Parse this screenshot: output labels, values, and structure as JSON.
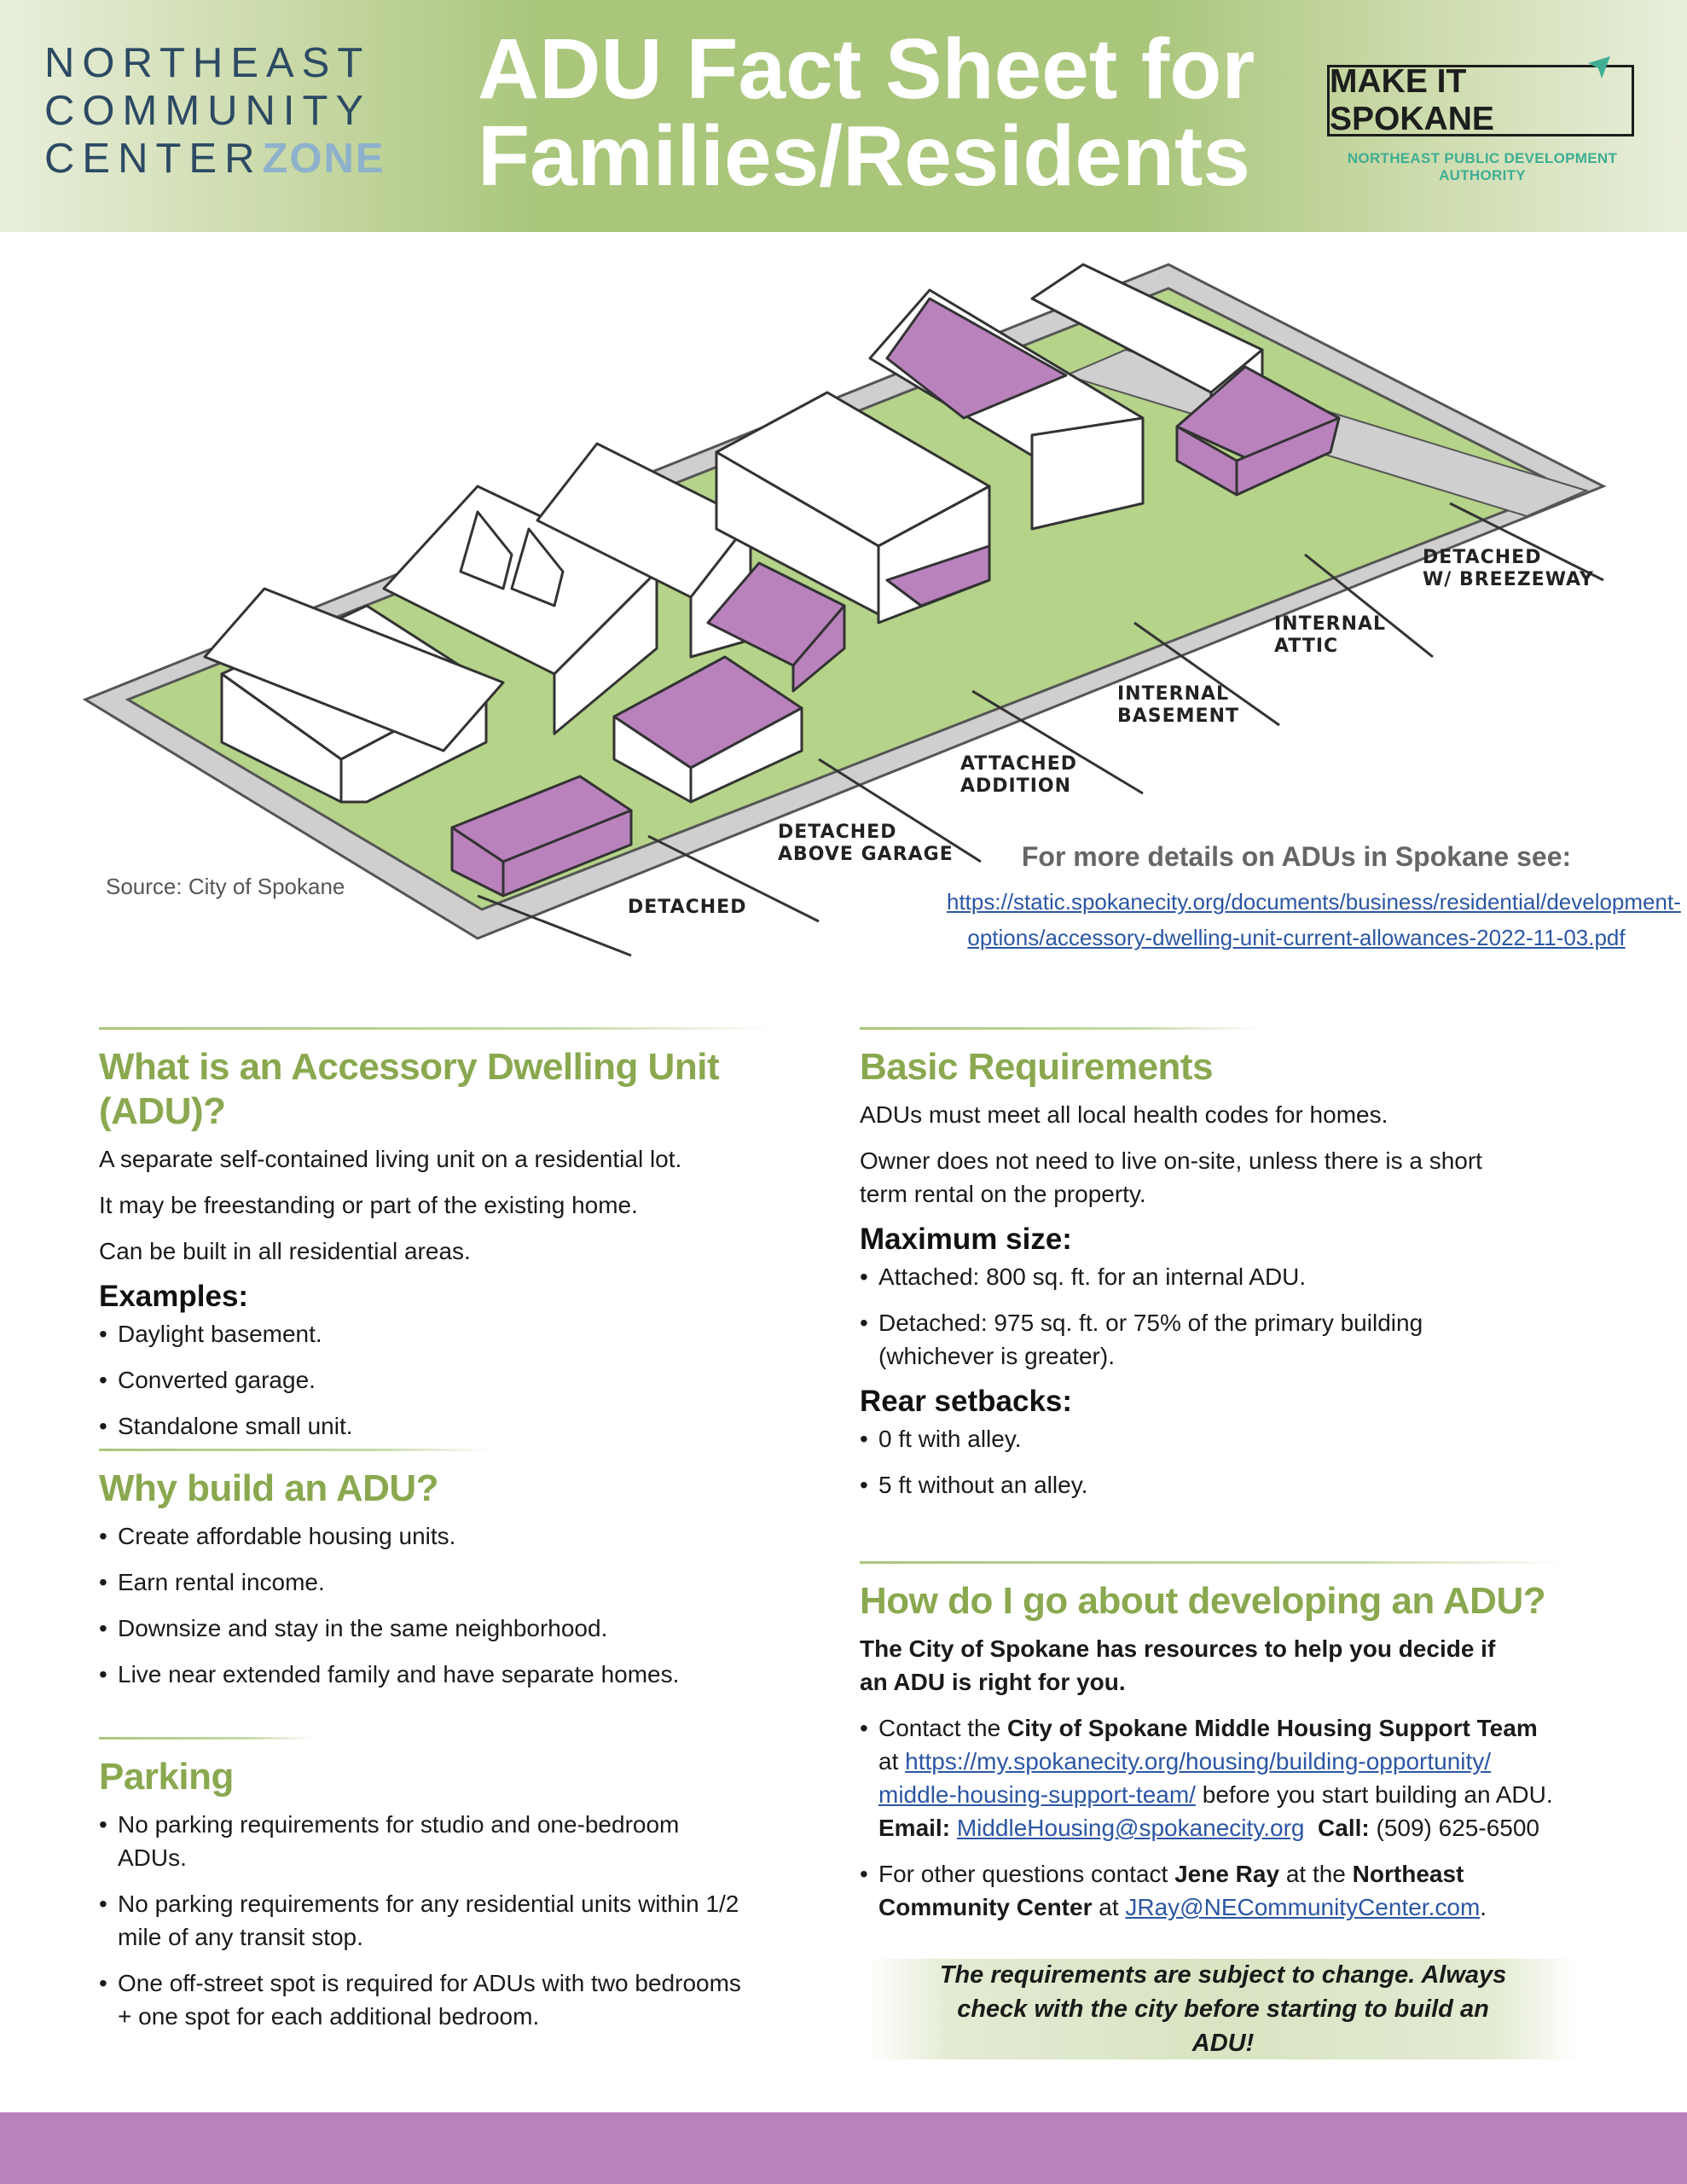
{
  "header": {
    "logo_left": {
      "line1": "NORTHEAST",
      "line2": "COMMUNITY",
      "line3_a": "CENTER",
      "line3_b": "ZONE"
    },
    "title_line1": "ADU Fact Sheet for",
    "title_line2": "Families/Residents",
    "logo_right": {
      "name": "MAKE IT SPOKANE",
      "subtitle": "NORTHEAST PUBLIC DEVELOPMENT AUTHORITY"
    }
  },
  "illustration": {
    "labels": {
      "detached": "DETACHED",
      "above_garage_1": "DETACHED",
      "above_garage_2": "ABOVE GARAGE",
      "attached_1": "ATTACHED",
      "attached_2": "ADDITION",
      "basement_1": "INTERNAL",
      "basement_2": "BASEMENT",
      "attic_1": "INTERNAL",
      "attic_2": "ATTIC",
      "breezeway_1": "DETACHED",
      "breezeway_2": "W/ BREEZEWAY"
    },
    "source": "Source: City of Spokane",
    "more_details": "For more details on ADUs in Spokane see:",
    "url_line1": "https://static.spokanecity.org/documents/business/residential/development-",
    "url_line2": "options/accessory-dwelling-unit-current-allowances-2022-11-03.pdf"
  },
  "what": {
    "heading": "What is an Accessory Dwelling Unit (ADU)?",
    "p1": "A separate self-contained living unit on a residential lot.",
    "p2": "It may be freestanding or part of the existing home.",
    "p3": "Can be built in all residential areas.",
    "examples_heading": "Examples:",
    "examples": [
      "Daylight basement.",
      "Converted garage.",
      "Standalone small unit."
    ]
  },
  "why": {
    "heading": "Why build an ADU?",
    "items": [
      "Create affordable housing units.",
      "Earn rental income.",
      "Downsize and stay in the same neighborhood.",
      "Live near extended family and have separate homes."
    ]
  },
  "parking": {
    "heading": "Parking",
    "items": [
      "No parking requirements for studio and one-bedroom ADUs.",
      "No parking requirements for any residential units within 1/2 mile of any transit stop.",
      "One off-street spot is required for ADUs with two bedrooms + one spot for each additional bedroom."
    ]
  },
  "basic": {
    "heading": "Basic Requirements",
    "p1": "ADUs must meet all local health codes for homes.",
    "p2": "Owner does not need to live on-site, unless there is a short term rental on the property.",
    "max_heading": "Maximum size:",
    "max_items": [
      "Attached: 800 sq. ft. for an internal ADU.",
      "Detached: 975 sq. ft. or 75% of the primary building (whichever is greater)."
    ],
    "rear_heading": "Rear setbacks:",
    "rear_items": [
      "0 ft with alley.",
      "5 ft without an alley."
    ]
  },
  "how": {
    "heading": "How do I go about developing an ADU?",
    "intro": "The City of Spokane has resources to help you decide if an ADU is right for you.",
    "c1_pre": "Contact the ",
    "c1_bold": "City of Spokane Middle Housing Support Team",
    "c1_at": " at ",
    "c1_url_a": "https://my.spokanecity.org/housing/building-opportunity/",
    "c1_url_b": "middle-housing-support-team/",
    "c1_post": " before you start building an ADU.",
    "email_label": "Email:",
    "email": "MiddleHousing@spokanecity.org",
    "call_label": "Call:",
    "phone": "(509) 625-6500",
    "c2_pre": "For other questions contact ",
    "c2_name": "Jene Ray",
    "c2_mid": " at the ",
    "c2_org": "Northeast Community Center",
    "c2_at": " at ",
    "c2_email": "JRay@NECommunityCenter.com",
    "c2_end": "."
  },
  "note": "The requirements are subject to change. Always check with the city before starting to build an ADU!",
  "colors": {
    "green_heading": "#8aa84f",
    "header_green": "#a9c67b",
    "purple": "#b982bd",
    "link": "#2b56a3"
  }
}
